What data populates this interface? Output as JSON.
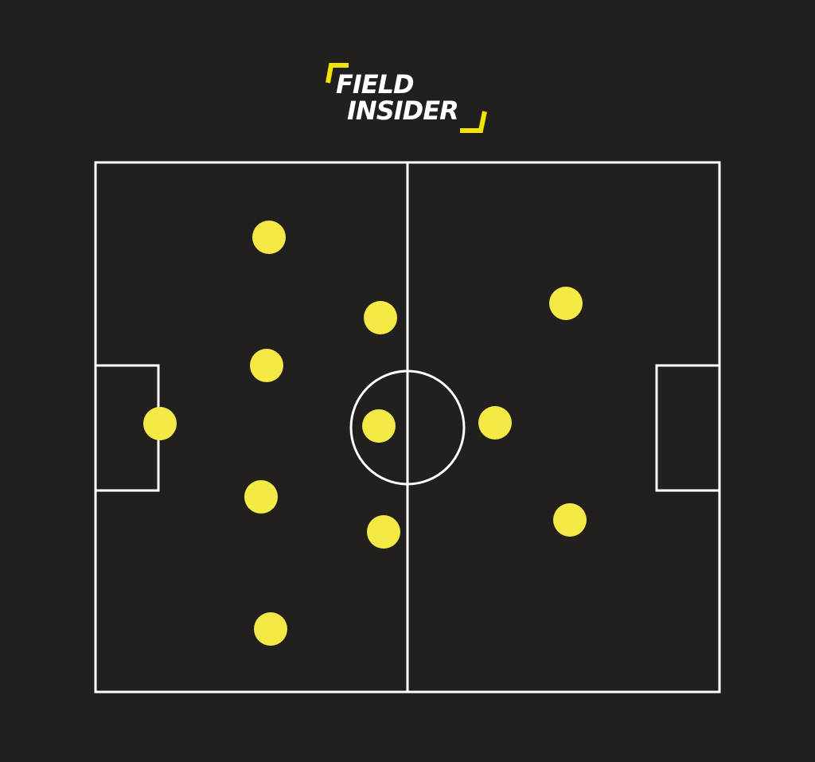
{
  "logo": {
    "line1": "FIELD",
    "line2": "INSIDER",
    "accent_color": "#f2e400",
    "text_color": "#ffffff"
  },
  "colors": {
    "background": "#221f1f",
    "pitch_lines": "#ffffff",
    "player_marker": "#f5ea45"
  },
  "player_count": 11
}
